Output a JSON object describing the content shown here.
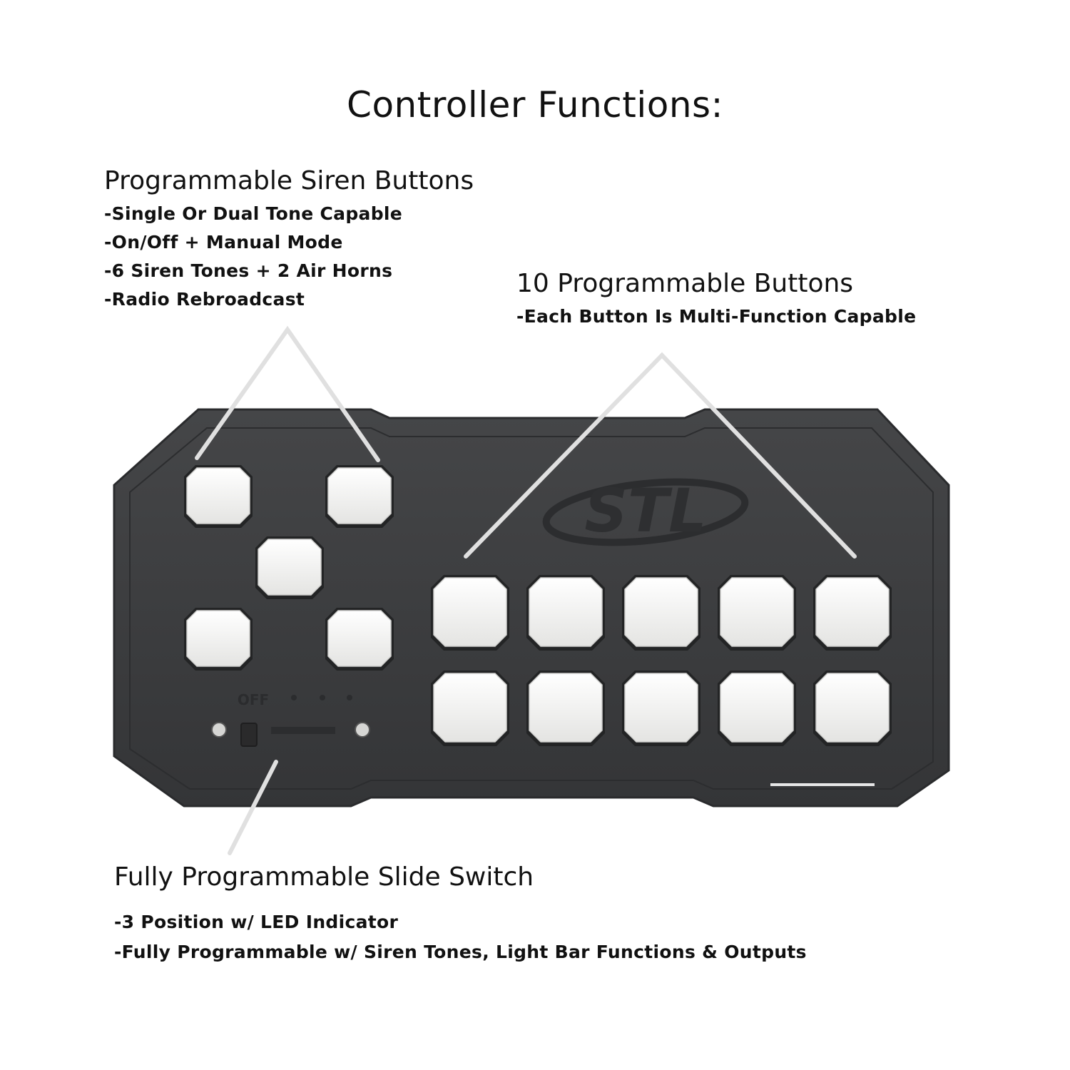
{
  "title": "Controller Functions:",
  "sections": {
    "siren": {
      "heading": "Programmable Siren Buttons",
      "lines": [
        "-Single Or Dual Tone Capable",
        "-On/Off + Manual Mode",
        "-6 Siren Tones + 2 Air Horns",
        "-Radio Rebroadcast"
      ]
    },
    "programmable": {
      "heading": "10 Programmable Buttons",
      "lines": [
        "-Each Button Is Multi-Function Capable"
      ]
    },
    "slide": {
      "heading": "Fully Programmable Slide Switch",
      "lines": [
        "-3 Position w/ LED Indicator",
        "-Fully Programmable w/ Siren Tones, Light Bar Functions & Outputs"
      ]
    }
  },
  "device": {
    "logo": "STL",
    "switch_label": "OFF",
    "body_color": "#3a3b3d",
    "button_color": "#f2f2f0"
  }
}
